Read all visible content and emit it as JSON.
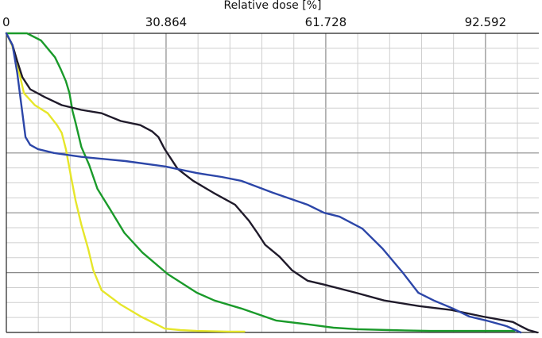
{
  "chart_data": {
    "type": "line",
    "xlabel": "Relative dose [%]",
    "ylabel": "",
    "xlim": [
      0,
      102.9
    ],
    "ylim": [
      0,
      100
    ],
    "x_ticks": [
      0,
      30.864,
      61.728,
      92.592
    ],
    "x_tick_labels": [
      "0",
      "30.864",
      "61.728",
      "92.592"
    ],
    "grid": true,
    "series": [
      {
        "color": "#1a9a2a",
        "x": [
          0,
          4.0,
          6.7,
          9.4,
          10.5,
          11.5,
          12.2,
          12.8,
          13.4,
          14.5,
          16.0,
          17.6,
          20.0,
          22.8,
          26.3,
          31.2,
          36.8,
          40.2,
          45.4,
          52.1,
          58.3,
          63.2,
          67.8,
          73.9,
          81.9,
          89.6,
          98.2
        ],
        "y": [
          100,
          100,
          97.6,
          92.0,
          88.0,
          84.0,
          80.0,
          74.0,
          70.0,
          62.0,
          56.0,
          48.0,
          41.3,
          33.3,
          26.7,
          19.5,
          13.3,
          10.7,
          8.0,
          4.0,
          2.7,
          1.6,
          1.1,
          0.8,
          0.5,
          0.5,
          0.5
        ]
      },
      {
        "color": "#e6e62a",
        "x": [
          0,
          1.1,
          2.5,
          3.4,
          5.5,
          8.0,
          9.8,
          10.7,
          11.5,
          12.5,
          13.4,
          14.5,
          15.8,
          16.8,
          18.4,
          22.1,
          26.0,
          29.4,
          30.6,
          33.6,
          36.8,
          42.9,
          46.0
        ],
        "y": [
          100,
          96.0,
          86.7,
          80.0,
          76.0,
          73.3,
          69.3,
          66.7,
          61.3,
          52.0,
          44.0,
          36.0,
          28.0,
          20.8,
          14.1,
          9.3,
          5.3,
          2.4,
          1.3,
          0.8,
          0.5,
          0.3,
          0.3
        ]
      },
      {
        "color": "#1f1a2a",
        "x": [
          0,
          1.2,
          2.1,
          3.1,
          4.6,
          7.4,
          10.7,
          14.5,
          18.4,
          22.1,
          25.9,
          28.2,
          29.4,
          30.6,
          33.1,
          36.1,
          40.0,
          44.2,
          46.9,
          48.5,
          50.0,
          52.8,
          55.2,
          58.2,
          61.4,
          67.5,
          73.0,
          79.8,
          86.0,
          92.1,
          97.9,
          99.4,
          100.9,
          102.6
        ],
        "y": [
          100,
          96.0,
          90.7,
          85.3,
          81.3,
          78.7,
          76.0,
          74.4,
          73.3,
          70.7,
          69.3,
          67.2,
          65.3,
          61.3,
          54.7,
          50.7,
          46.7,
          42.7,
          37.3,
          33.3,
          29.3,
          25.3,
          20.8,
          17.3,
          16.0,
          13.3,
          10.7,
          8.8,
          7.5,
          5.3,
          3.5,
          2.1,
          0.8,
          0
        ]
      },
      {
        "color": "#2c46a8",
        "x": [
          0,
          1.2,
          2.1,
          3.1,
          3.7,
          4.6,
          6.1,
          9.2,
          14.5,
          23.0,
          30.7,
          36.8,
          41.6,
          45.4,
          51.5,
          58.2,
          61.4,
          64.4,
          68.8,
          72.7,
          76.6,
          79.6,
          82.6,
          86.3,
          89.5,
          92.7,
          96.7,
          99.4
        ],
        "y": [
          100,
          96.0,
          86.7,
          73.3,
          65.3,
          62.7,
          61.3,
          60.0,
          58.7,
          57.3,
          55.5,
          53.3,
          52.0,
          50.7,
          46.7,
          42.7,
          40.0,
          38.7,
          34.7,
          28.0,
          20.0,
          13.3,
          10.7,
          8.0,
          5.3,
          4.0,
          2.1,
          0
        ]
      }
    ]
  }
}
